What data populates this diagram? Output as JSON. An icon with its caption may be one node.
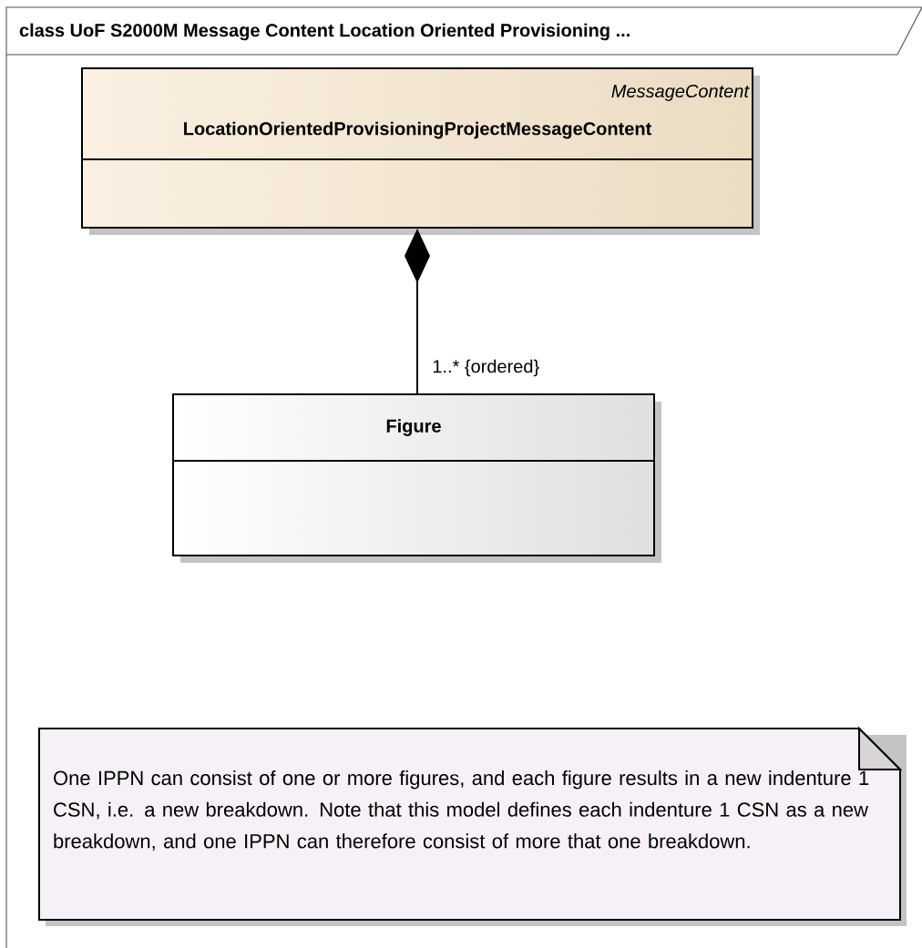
{
  "diagram": {
    "title": "class UoF S2000M Message Content Location Oriented Provisioning ...",
    "nodes": [
      {
        "text": [
          "MessageContent",
          "LocationOrientedProvisioningProjectMessageContent"
        ]
      },
      {
        "text": [
          "Figure"
        ]
      },
      {
        "text": [
          "One IPPN can consist of one or more figures, and each figure results in a new indenture 1 CSN, i.e. a new breakdown. Note that this model defines each indenture 1 CSN as a new breakdown, and one IPPN can therefore consist of more that one breakdown."
        ]
      }
    ],
    "edges": [
      {
        "from": 0,
        "to": 1,
        "arrow": "other",
        "label": "1..* {ordered}"
      }
    ]
  }
}
